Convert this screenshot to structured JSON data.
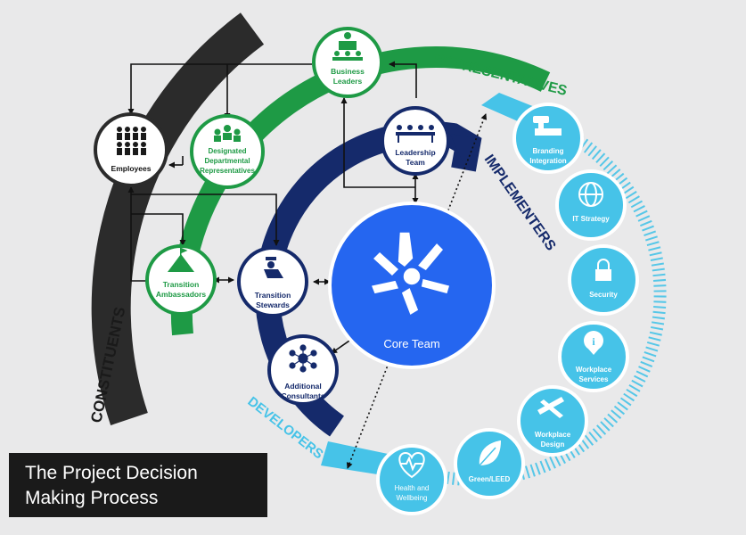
{
  "title": {
    "line1": "The Project Decision",
    "line2": "Making Process"
  },
  "arc_labels": {
    "constituents": "CONSTITUENTS",
    "representatives": "REPRESENTATIVES",
    "implementers": "IMPLEMENTERS",
    "developers": "DEVELOPERS"
  },
  "nodes": {
    "business_leaders": [
      "Business",
      "Leaders"
    ],
    "employees": [
      "Employees"
    ],
    "designated_reps": [
      "Designated",
      "Departmental",
      "Representatives"
    ],
    "leadership_team": [
      "Leadership",
      "Team"
    ],
    "transition_ambassadors": [
      "Transition",
      "Ambassadors"
    ],
    "transition_stewards": [
      "Transition",
      "Stewards"
    ],
    "additional_consultants": [
      "Additional",
      "Consultants"
    ],
    "core_team": "Core Team"
  },
  "developer_nodes": {
    "branding": [
      "Branding",
      "Integration"
    ],
    "it_strategy": [
      "IT Strategy"
    ],
    "security": [
      "Security"
    ],
    "workplace_services": [
      "Workplace",
      "Services"
    ],
    "workplace_design": [
      "Workplace",
      "Design"
    ],
    "green_leed": [
      "Green/LEED"
    ],
    "health": [
      "Health and",
      "Wellbeing"
    ]
  },
  "colors": {
    "constituents": "#2b2b2b",
    "representatives": "#1e9a45",
    "implementers": "#152a6b",
    "developers": "#46c3e8",
    "core": "#2566f0",
    "background": "#e9e9ea"
  },
  "icons": {
    "business_leaders": "podium-presenter-icon",
    "employees": "people-grid-icon",
    "designated_reps": "group-icon",
    "leadership_team": "meeting-table-icon",
    "transition_ambassadors": "summit-flag-icon",
    "transition_stewards": "driver-icon",
    "additional_consultants": "network-hub-icon",
    "core_team": "joined-hands-icon",
    "branding": "stamp-icon",
    "it_strategy": "globe-icon",
    "security": "padlock-icon",
    "workplace_services": "info-pin-icon",
    "workplace_design": "drafting-tools-icon",
    "green_leed": "leaf-icon",
    "health": "heart-pulse-icon"
  }
}
